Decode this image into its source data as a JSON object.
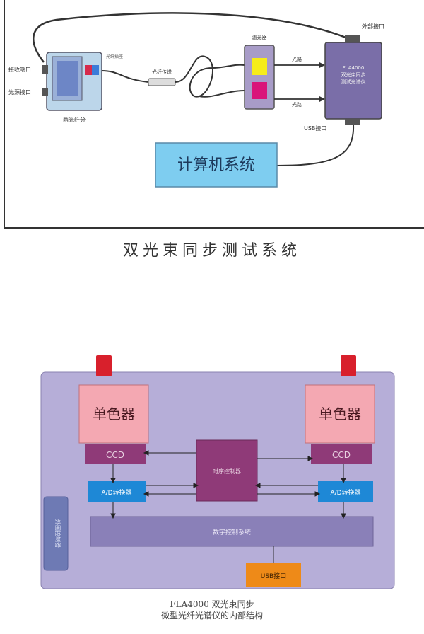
{
  "top": {
    "ext_port_label": "外部接口",
    "usb_port_label": "USB接口",
    "computer_label": "计算机系统",
    "splitter_label": "两光纤分",
    "left_port_a": "接收端口",
    "left_port_b": "光源接口",
    "device_small_label": "光纤插座",
    "fiber_label": "光纤传送",
    "filter_top_label": "滤光器",
    "spectro_title": "FLA4000",
    "spectro_line1": "双光束同步",
    "spectro_line2": "测试光谱仪",
    "arrow_top_label": "光路",
    "arrow_bottom_label": "光路",
    "colors": {
      "computer": "#7ecdf0",
      "spectro": "#7a6ea8",
      "yellow": "#f6ec1a",
      "magenta": "#d9147a"
    }
  },
  "bottom": {
    "mono_left": "单色器",
    "mono_right": "单色器",
    "ccd_left": "CCD",
    "ccd_right": "CCD",
    "timing_block": "时序控制器",
    "adc_left": "A/D转换器",
    "adc_right": "A/D转换器",
    "digital_block": "数字控制系统",
    "side_block": "外围控制器",
    "usb_block": "USB接口",
    "colors": {
      "board": "#b6aed8",
      "mono": "#f4a8b2",
      "ccd": "#8f3a78",
      "adc": "#1e88d6",
      "usb": "#ee8a18"
    }
  },
  "captions": {
    "top": "双光束同步测试系统",
    "bottom_line1": "FLA4000   双光束同步",
    "bottom_line2": "微型光纤光谱仪的内部结构"
  }
}
